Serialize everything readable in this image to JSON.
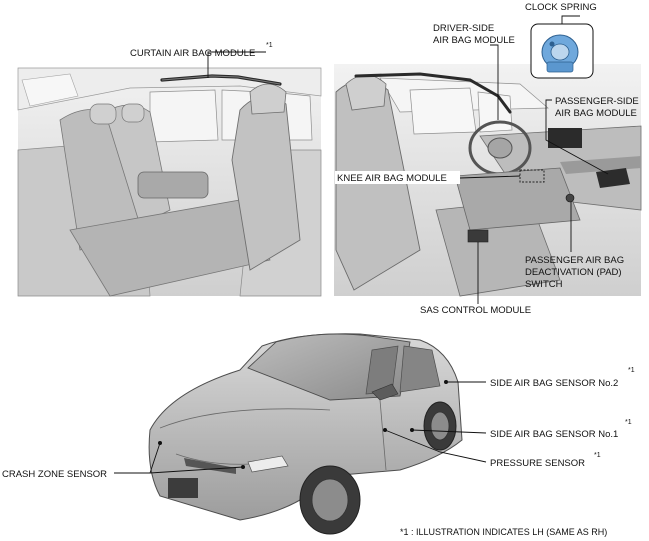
{
  "labels": {
    "curtain_air_bag_module": "CURTAIN AIR BAG MODULE",
    "curtain_air_bag_module_note": "*1",
    "clock_spring": "CLOCK SPRING",
    "driver_side_air_bag_module_line1": "DRIVER-SIDE",
    "driver_side_air_bag_module_line2": "AIR BAG MODULE",
    "passenger_side_air_bag_module_line1": "PASSENGER-SIDE",
    "passenger_side_air_bag_module_line2": "AIR BAG MODULE",
    "knee_air_bag_module": "KNEE AIR BAG MODULE",
    "pad_switch_line1": "PASSENGER AIR BAG",
    "pad_switch_line2": "DEACTIVATION (PAD)",
    "pad_switch_line3": "SWITCH",
    "sas_control_module": "SAS CONTROL MODULE",
    "side_air_bag_sensor_no2": "SIDE AIR BAG SENSOR No.2",
    "side_air_bag_sensor_no2_note": "*1",
    "side_air_bag_sensor_no1": "SIDE AIR BAG SENSOR No.1",
    "side_air_bag_sensor_no1_note": "*1",
    "pressure_sensor": "PRESSURE SENSOR",
    "pressure_sensor_note": "*1",
    "crash_zone_sensor": "CRASH ZONE SENSOR"
  },
  "footnote": "*1 : ILLUSTRATION INDICATES LH (SAME AS RH)",
  "colors": {
    "clock_spring_highlight": "#6fa8dc",
    "panel_bg": "#e4e4e4",
    "line": "#111111"
  }
}
